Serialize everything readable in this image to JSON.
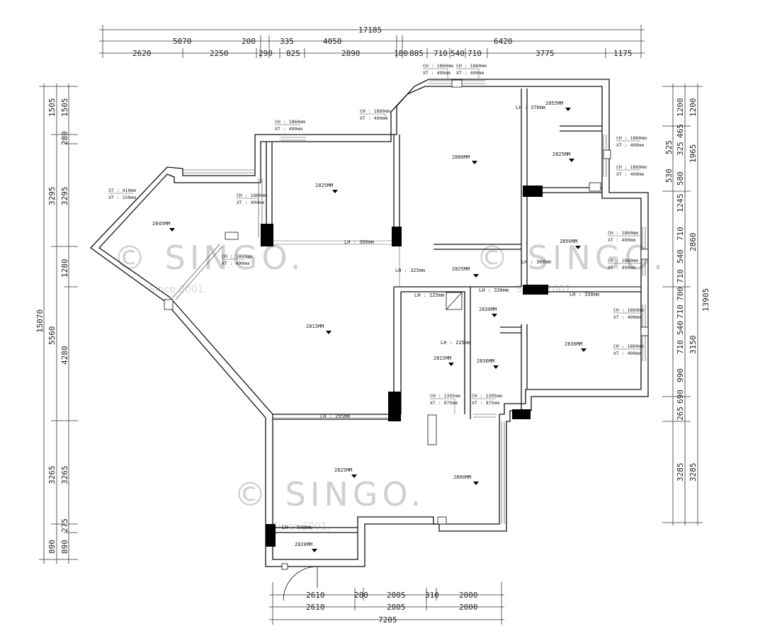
{
  "dimensions": {
    "top_total": "17185",
    "top_row1": [
      "5070",
      "200",
      "335",
      "4050",
      "6420"
    ],
    "top_row2": [
      "2620",
      "2250",
      "290",
      "825",
      "2890",
      "180",
      "885",
      "710",
      "540",
      "710",
      "3775",
      "1175"
    ],
    "bottom_row1": [
      "2610",
      "280",
      "2005",
      "310",
      "2000"
    ],
    "bottom_row2": [
      "2610",
      "2005",
      "2000"
    ],
    "bottom_total": "7205",
    "left_total": "15070",
    "left_outer": [
      "1505",
      "3295",
      "5560",
      "3265",
      "890"
    ],
    "left_inner": [
      "1505",
      "280",
      "3295",
      "1280",
      "4280",
      "3265",
      "890",
      "275"
    ],
    "right_total": "13905",
    "right_outer": [
      "1200",
      "1965",
      "2860",
      "3150",
      "3285"
    ],
    "right_inner": [
      "1200",
      "465",
      "325",
      "525",
      "530",
      "580",
      "1245",
      "710",
      "540",
      "710",
      "700",
      "710",
      "540",
      "710",
      "990",
      "690",
      "265",
      "3285"
    ]
  },
  "rooms": {
    "r1": "2845MM",
    "r2": "2825MM",
    "r3": "2800MM",
    "r4": "2855MM",
    "r5": "2825MM",
    "r6": "2850MM",
    "r7": "2825MM",
    "r8": "2815MM",
    "r9": "2830MM",
    "r10": "2815MM",
    "r11": "2830MM",
    "r12": "2830MM",
    "r13": "2825MM",
    "r14": "2800MM",
    "r15": "2820MM"
  },
  "beams": {
    "b1": "LH : 300mm",
    "b2": "LH : 325mm",
    "b3": "LH : 370mm",
    "b4": "LH : 300mm",
    "b5": "LH : 330mm",
    "b6": "LH : 330mm",
    "b7": "LH : 225mm",
    "b8": "LH : 225mm",
    "b9": "LH : 295mm",
    "b10": "LH : 330mm"
  },
  "windows": {
    "ch1860": "CH : 1860mm",
    "xt490": "XT : 490mm",
    "ch1395": "CH : 1395mm",
    "xt975": "XT : 975mm",
    "st410": "ST : 410mm",
    "xt150": "XT : 150mm"
  },
  "watermark": {
    "brand": "© SINGO.",
    "since": "Since 2001."
  },
  "colors": {
    "wall": "#111111",
    "column": "#000000",
    "dim": "#222222",
    "watermark": "#cfcfcf"
  }
}
